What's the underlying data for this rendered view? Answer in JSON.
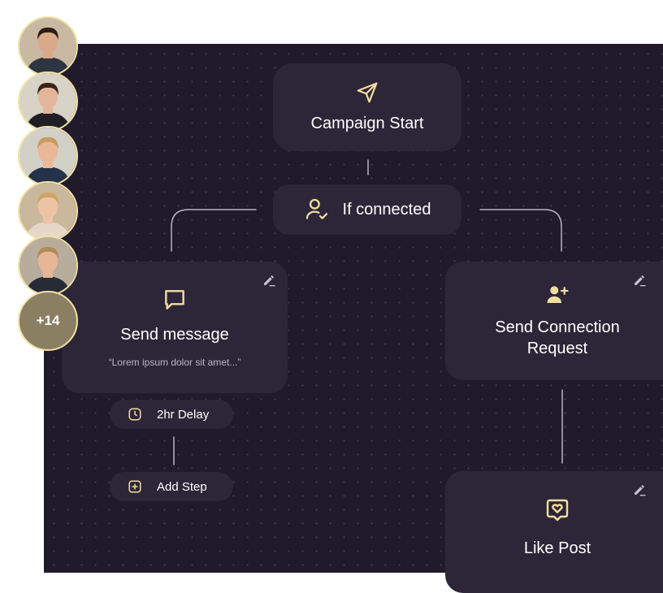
{
  "colors": {
    "canvas": "#201a2b",
    "card": "#2d2638",
    "accent_icon": "#f3dea0",
    "connector": "#b8b1c0",
    "avatar_ring": "#f1e3a6",
    "more_badge": "#8a7f62"
  },
  "avatars": {
    "people": [
      {
        "name": "avatar-person-1",
        "skin": "#d9a98a",
        "hair": "#2b1d16",
        "shirt": "#2d3540",
        "bg": "#c9b9a2"
      },
      {
        "name": "avatar-person-2",
        "skin": "#e3b59a",
        "hair": "#3a2418",
        "shirt": "#1f1f24",
        "bg": "#d8d2c7"
      },
      {
        "name": "avatar-person-3",
        "skin": "#e8b899",
        "hair": "#c89a5d",
        "shirt": "#243349",
        "bg": "#d3d0c8"
      },
      {
        "name": "avatar-person-4",
        "skin": "#edc3a6",
        "hair": "#cfa567",
        "shirt": "#e5d8c8",
        "bg": "#c9b89c"
      },
      {
        "name": "avatar-person-5",
        "skin": "#e6b696",
        "hair": "#b08a5a",
        "shirt": "#262b36",
        "bg": "#b8ad9c"
      }
    ],
    "more_count": "+14"
  },
  "nodes": {
    "campaign_start": {
      "title": "Campaign Start",
      "icon": "send-icon"
    },
    "if_connected": {
      "title": "If connected",
      "icon": "user-check-icon"
    },
    "send_message": {
      "title": "Send message",
      "quote": "“Lorem ipsum dolor sit amet...”",
      "icon": "message-icon"
    },
    "delay": {
      "label": "2hr Delay",
      "icon": "clock-icon"
    },
    "add_step": {
      "label": "Add Step",
      "icon": "plus-square-icon"
    },
    "send_connection": {
      "title_line1": "Send Connection",
      "title_line2": "Request",
      "icon": "user-plus-icon"
    },
    "like_post": {
      "title": "Like Post",
      "icon": "heart-badge-icon"
    }
  }
}
